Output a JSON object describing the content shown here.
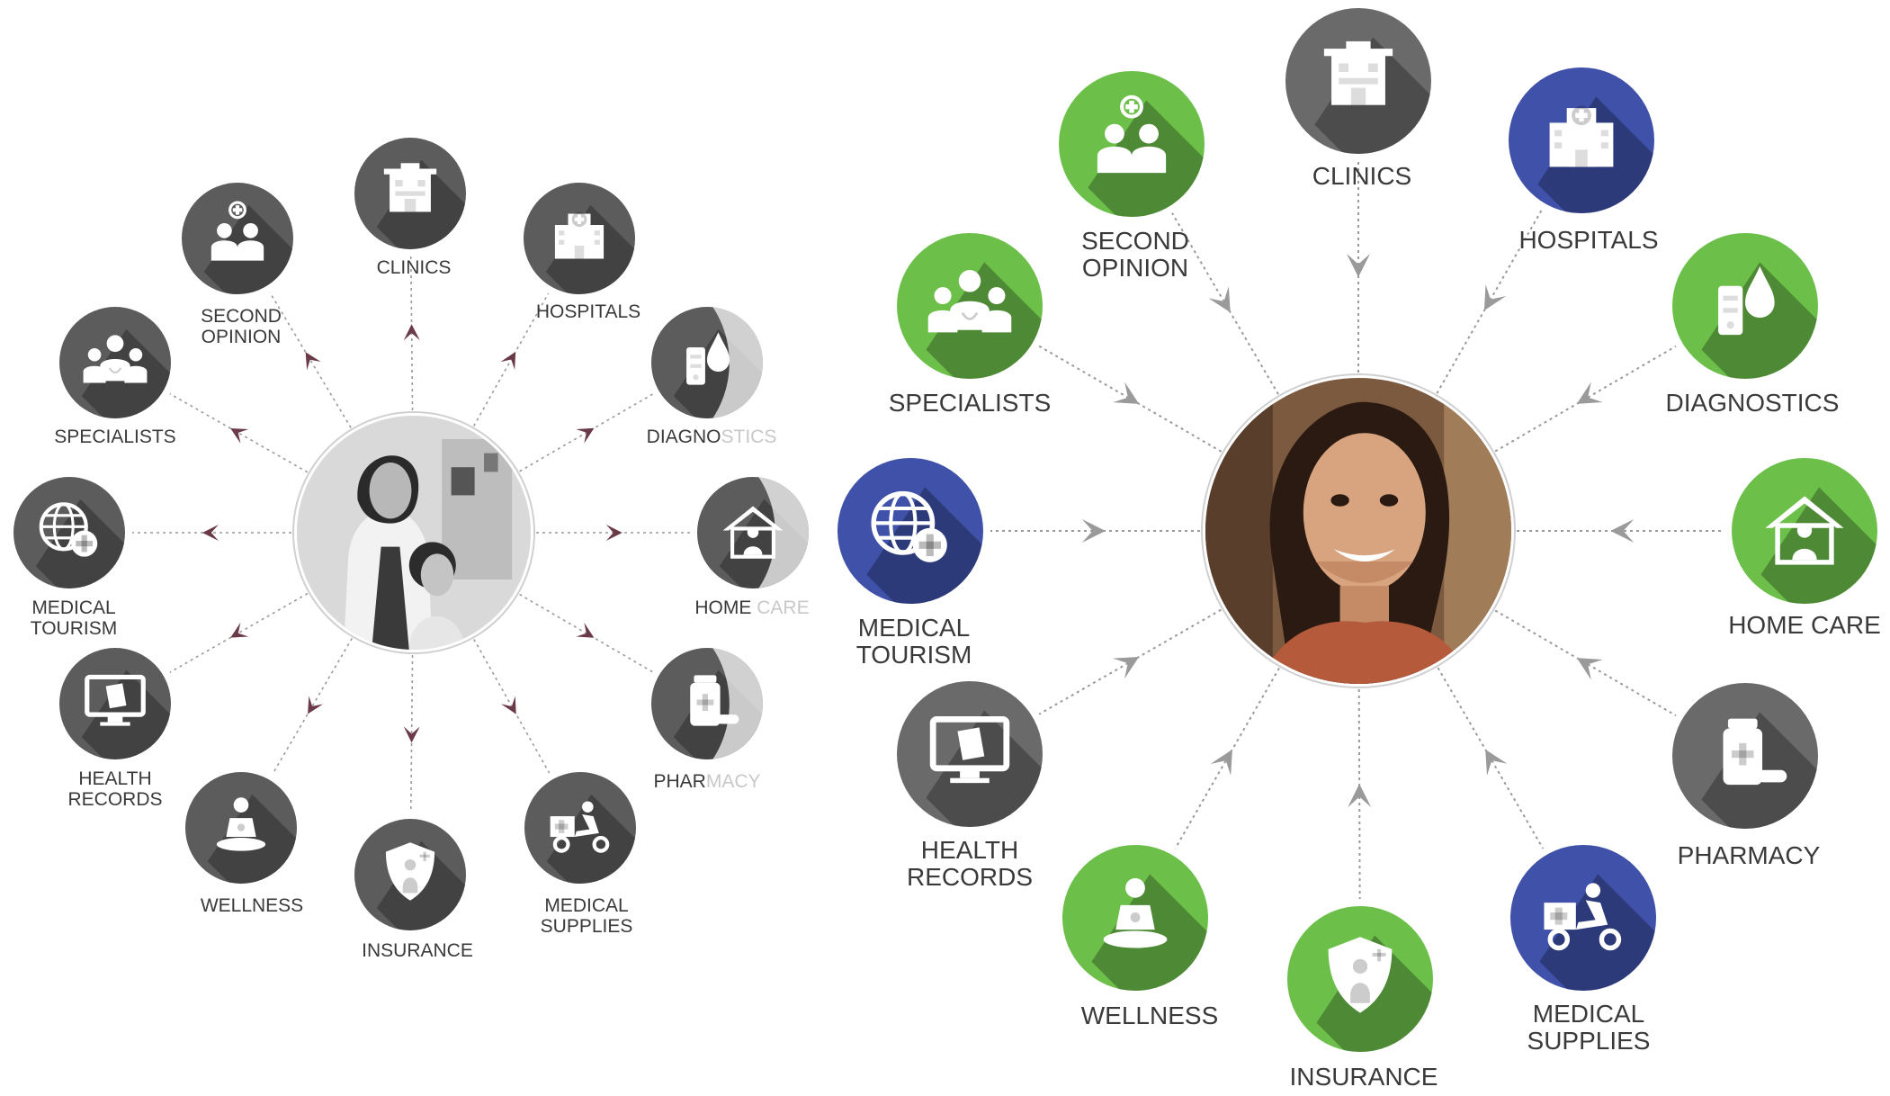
{
  "diagrams": [
    {
      "id": "before",
      "arrow_direction": "outward",
      "style": "monochrome",
      "hub": {
        "image": "photo-woman-and-child-grayscale"
      },
      "nodes": [
        {
          "key": "clinics",
          "label": "CLINICS",
          "icon": "clinic-building-icon",
          "color": "#5c5c5c"
        },
        {
          "key": "hospitals",
          "label": "HOSPITALS",
          "icon": "hospital-icon",
          "color": "#5c5c5c"
        },
        {
          "key": "diagnostics",
          "label": "DIAGNOSTICS",
          "icon": "lab-flask-drop-icon",
          "color": "#5c5c5c",
          "faded": true
        },
        {
          "key": "home-care",
          "label": "HOME CARE",
          "icon": "home-care-icon",
          "color": "#5c5c5c",
          "faded": true
        },
        {
          "key": "pharmacy",
          "label": "PHARMACY",
          "icon": "medicine-bottle-icon",
          "color": "#5c5c5c",
          "faded": true
        },
        {
          "key": "medical-supplies",
          "label": "MEDICAL\nSUPPLIES",
          "icon": "delivery-scooter-icon",
          "color": "#5c5c5c"
        },
        {
          "key": "insurance",
          "label": "INSURANCE",
          "icon": "shield-person-icon",
          "color": "#5c5c5c"
        },
        {
          "key": "wellness",
          "label": "WELLNESS",
          "icon": "meditation-icon",
          "color": "#5c5c5c"
        },
        {
          "key": "health-records",
          "label": "HEALTH\nRECORDS",
          "icon": "monitor-records-icon",
          "color": "#5c5c5c"
        },
        {
          "key": "medical-tourism",
          "label": "MEDICAL\nTOURISM",
          "icon": "globe-plus-icon",
          "color": "#5c5c5c"
        },
        {
          "key": "specialists",
          "label": "SPECIALISTS",
          "icon": "doctors-group-icon",
          "color": "#5c5c5c"
        },
        {
          "key": "second-opinion",
          "label": "SECOND\nOPINION",
          "icon": "doctors-consult-icon",
          "color": "#5c5c5c"
        }
      ]
    },
    {
      "id": "after",
      "arrow_direction": "inward",
      "style": "colored",
      "hub": {
        "image": "photo-smiling-woman-color"
      },
      "nodes": [
        {
          "key": "clinics",
          "label": "CLINICS",
          "icon": "clinic-building-icon",
          "color": "#6a6a6a"
        },
        {
          "key": "hospitals",
          "label": "HOSPITALS",
          "icon": "hospital-icon",
          "color": "#3f51a8"
        },
        {
          "key": "diagnostics",
          "label": "DIAGNOSTICS",
          "icon": "lab-flask-drop-icon",
          "color": "#6cc04a"
        },
        {
          "key": "home-care",
          "label": "HOME CARE",
          "icon": "home-care-icon",
          "color": "#6cc04a"
        },
        {
          "key": "pharmacy",
          "label": "PHARMACY",
          "icon": "medicine-bottle-icon",
          "color": "#6a6a6a"
        },
        {
          "key": "medical-supplies",
          "label": "MEDICAL\nSUPPLIES",
          "icon": "delivery-scooter-icon",
          "color": "#3f51a8"
        },
        {
          "key": "insurance",
          "label": "INSURANCE",
          "icon": "shield-person-icon",
          "color": "#6cc04a"
        },
        {
          "key": "wellness",
          "label": "WELLNESS",
          "icon": "meditation-icon",
          "color": "#6cc04a"
        },
        {
          "key": "health-records",
          "label": "HEALTH\nRECORDS",
          "icon": "monitor-records-icon",
          "color": "#6a6a6a"
        },
        {
          "key": "medical-tourism",
          "label": "MEDICAL\nTOURISM",
          "icon": "globe-plus-icon",
          "color": "#3f51a8"
        },
        {
          "key": "specialists",
          "label": "SPECIALISTS",
          "icon": "doctors-group-icon",
          "color": "#6cc04a"
        },
        {
          "key": "second-opinion",
          "label": "SECOND\nOPINION",
          "icon": "doctors-consult-icon",
          "color": "#6cc04a"
        }
      ]
    }
  ],
  "colors": {
    "arrow_outward": "#6b3a48",
    "arrow_inward": "#9a9a9a",
    "connector": "#9a9a9a",
    "label_text": "#3a3a3a",
    "icon_white": "#ffffff",
    "shadow": "rgba(0,0,0,0.28)"
  }
}
